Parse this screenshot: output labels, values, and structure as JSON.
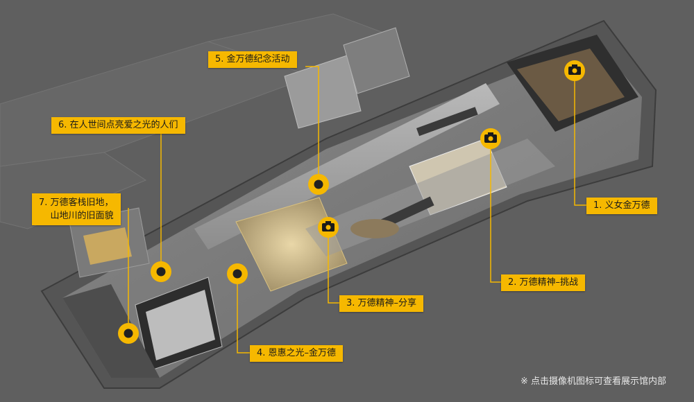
{
  "labels": {
    "l1": "1. 义女金万德",
    "l2": "2. 万德精神–挑战",
    "l3": "3. 万德精神–分享",
    "l4": "4. 恩惠之光–金万德",
    "l5": "5. 金万德纪念活动",
    "l6": "6. 在人世间点亮爱之光的人们",
    "l7_line1": "7. 万德客栈旧地，",
    "l7_line2": "山地川的旧面貌"
  },
  "note": "※ 点击摄像机图标可查看展示馆内部",
  "icons": {
    "camera": "camera-icon",
    "hotspot": "hotspot-ring-icon"
  },
  "colors": {
    "background": "#5f5f5f",
    "accent": "#f6b800",
    "label_text": "#1a1a1a",
    "note_text": "#e8e8e8"
  }
}
